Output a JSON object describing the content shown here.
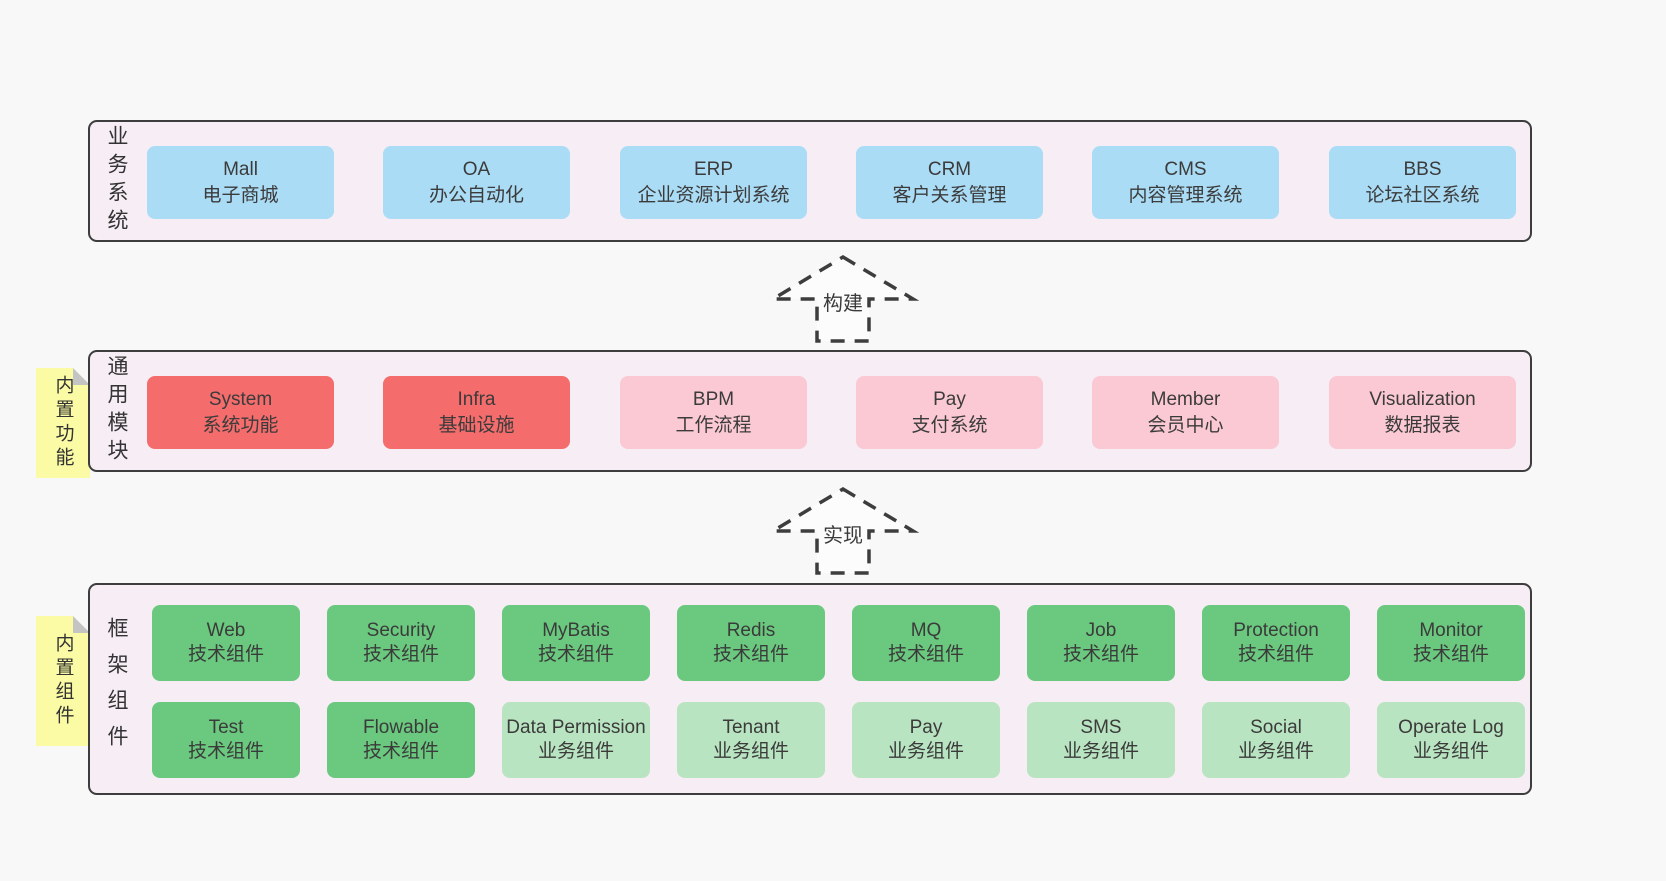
{
  "palette": {
    "page_bg": "#f8f8f8",
    "band_bg": "#f6edf5",
    "band_border": "#3d3d3d",
    "business_system_blue": "#abdcf5",
    "core_module_red": "#f56c6c",
    "optional_module_pink": "#fbc9d3",
    "tech_component_green": "#6ac97e",
    "business_component_light_green": "#b9e4c1",
    "note_yellow": "#fbfba5"
  },
  "arrows": [
    {
      "label": "构建"
    },
    {
      "label": "实现"
    }
  ],
  "bands": [
    {
      "label": "业务系统",
      "boxes": [
        {
          "title": "Mall",
          "subtitle": "电子商城"
        },
        {
          "title": "OA",
          "subtitle": "办公自动化"
        },
        {
          "title": "ERP",
          "subtitle": "企业资源计划系统"
        },
        {
          "title": "CRM",
          "subtitle": "客户关系管理"
        },
        {
          "title": "CMS",
          "subtitle": "内容管理系统"
        },
        {
          "title": "BBS",
          "subtitle": "论坛社区系统"
        }
      ]
    },
    {
      "label": "通用模块",
      "note": "内置功能",
      "boxes": [
        {
          "title": "System",
          "subtitle": "系统功能"
        },
        {
          "title": "Infra",
          "subtitle": "基础设施"
        },
        {
          "title": "BPM",
          "subtitle": "工作流程"
        },
        {
          "title": "Pay",
          "subtitle": "支付系统"
        },
        {
          "title": "Member",
          "subtitle": "会员中心"
        },
        {
          "title": "Visualization",
          "subtitle": "数据报表"
        }
      ]
    },
    {
      "label": "框架组件",
      "note": "内置组件",
      "boxes": [
        {
          "title": "Web",
          "subtitle": "技术组件"
        },
        {
          "title": "Security",
          "subtitle": "技术组件"
        },
        {
          "title": "MyBatis",
          "subtitle": "技术组件"
        },
        {
          "title": "Redis",
          "subtitle": "技术组件"
        },
        {
          "title": "MQ",
          "subtitle": "技术组件"
        },
        {
          "title": "Job",
          "subtitle": "技术组件"
        },
        {
          "title": "Protection",
          "subtitle": "技术组件"
        },
        {
          "title": "Monitor",
          "subtitle": "技术组件"
        },
        {
          "title": "Test",
          "subtitle": "技术组件"
        },
        {
          "title": "Flowable",
          "subtitle": "技术组件"
        },
        {
          "title": "Data Permission",
          "subtitle": "业务组件"
        },
        {
          "title": "Tenant",
          "subtitle": "业务组件"
        },
        {
          "title": "Pay",
          "subtitle": "业务组件"
        },
        {
          "title": "SMS",
          "subtitle": "业务组件"
        },
        {
          "title": "Social",
          "subtitle": "业务组件"
        },
        {
          "title": "Operate Log",
          "subtitle": "业务组件"
        }
      ]
    }
  ]
}
